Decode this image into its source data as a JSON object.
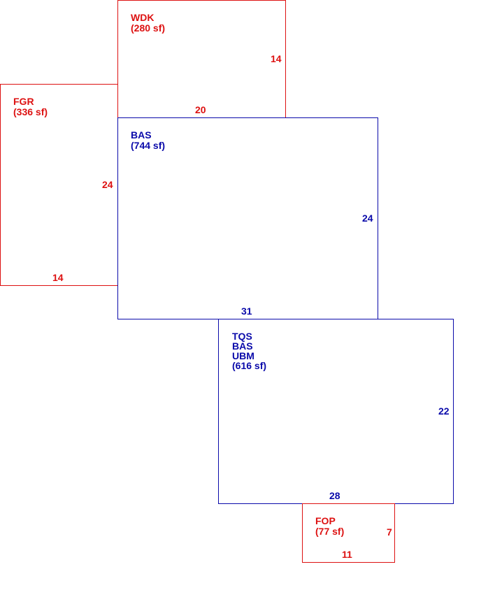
{
  "colors": {
    "red": "#dd1111",
    "blue": "#0a0aaa"
  },
  "areas": {
    "wdk": {
      "code": "WDK",
      "area": "(280 sf)",
      "dim_side": "14",
      "dim_bottom": "20",
      "color": "#dd1111"
    },
    "fgr": {
      "code": "FGR",
      "area": "(336 sf)",
      "dim_side": "24",
      "dim_bottom": "14",
      "color": "#dd1111"
    },
    "bas": {
      "code": "BAS",
      "area": "(744 sf)",
      "dim_side": "24",
      "dim_bottom": "31",
      "color": "#0a0aaa"
    },
    "tqs": {
      "codes": [
        "TQS",
        "BAS",
        "UBM"
      ],
      "area": "(616 sf)",
      "dim_side": "22",
      "dim_bottom": "28",
      "color": "#0a0aaa"
    },
    "fop": {
      "code": "FOP",
      "area": "(77 sf)",
      "dim_side": "7",
      "dim_bottom": "11",
      "color": "#dd1111"
    }
  }
}
